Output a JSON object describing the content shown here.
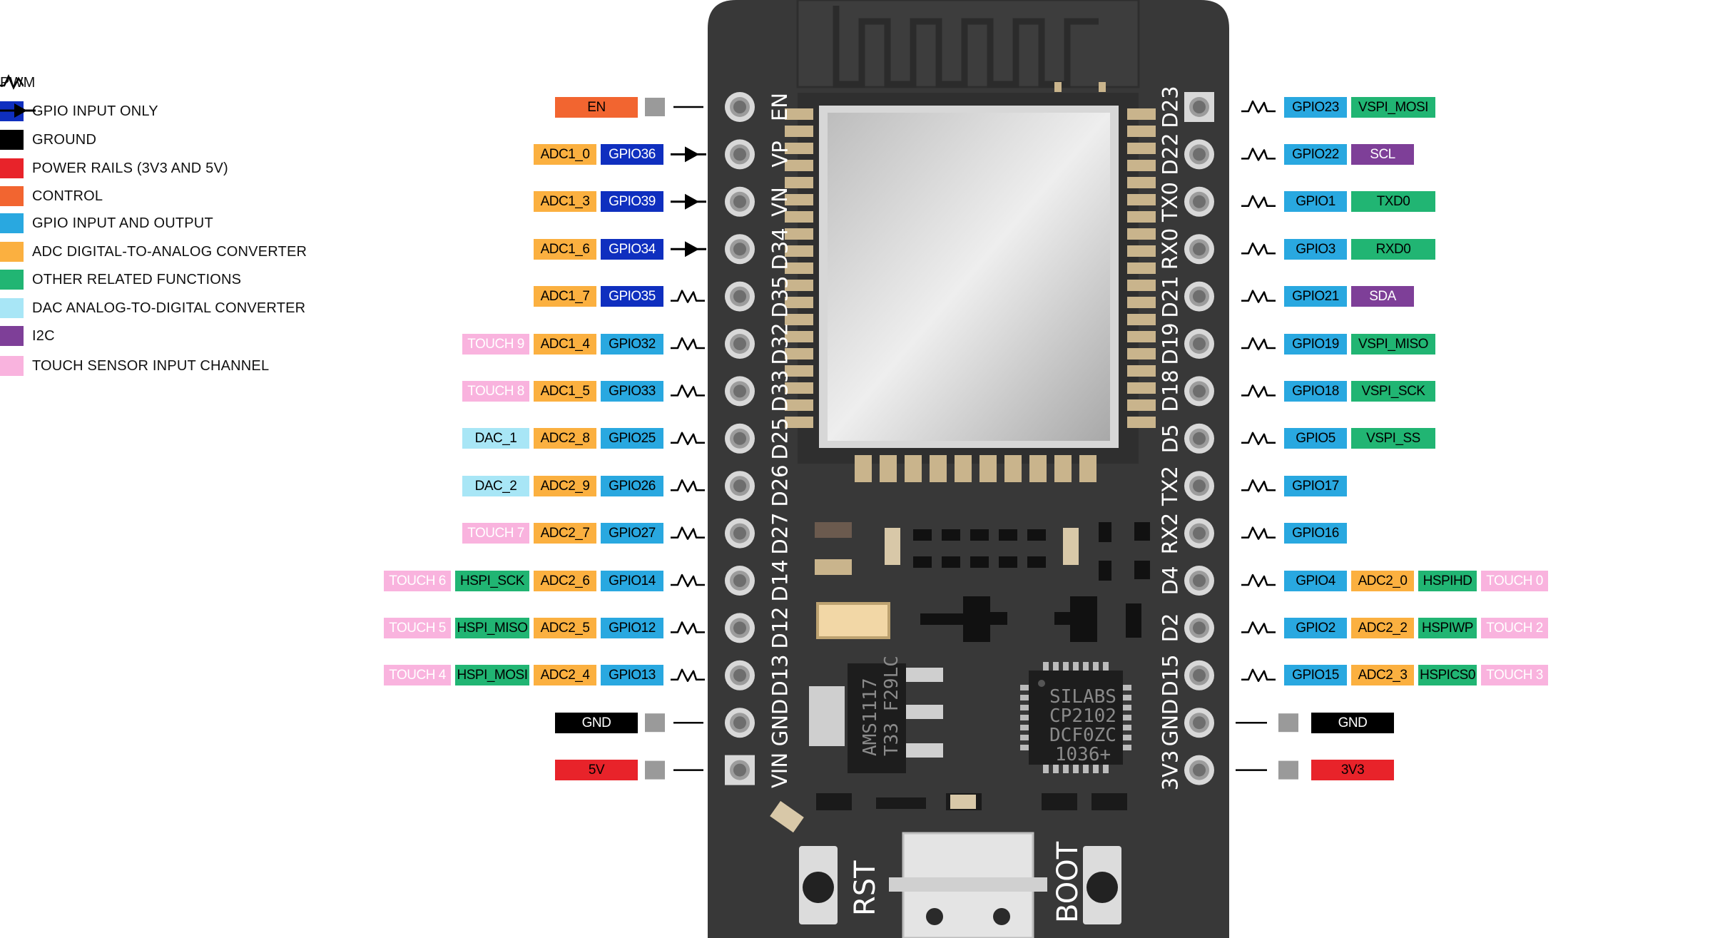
{
  "legend": [
    {
      "kind": "pwm-icon",
      "label": "PWM"
    },
    {
      "kind": "arrow",
      "color": "#0f2fbf",
      "label": "GPIO INPUT ONLY"
    },
    {
      "kind": "swatch",
      "color": "#000000",
      "label": "GROUND"
    },
    {
      "kind": "swatch",
      "color": "#e8232a",
      "label": "POWER RAILS (3V3 AND 5V)"
    },
    {
      "kind": "swatch",
      "color": "#f26530",
      "label": "CONTROL"
    },
    {
      "kind": "swatch",
      "color": "#29a8e0",
      "label": "GPIO INPUT AND OUTPUT"
    },
    {
      "kind": "swatch",
      "color": "#fbb040",
      "label": "ADC DIGITAL-TO-ANALOG CONVERTER"
    },
    {
      "kind": "swatch",
      "color": "#21b573",
      "label": "OTHER RELATED FUNCTIONS"
    },
    {
      "kind": "swatch",
      "color": "#a8e6f6",
      "label": "DAC ANALOG-TO-DIGITAL CONVERTER"
    },
    {
      "kind": "swatch",
      "color": "#7e3f98",
      "label": "I2C"
    },
    {
      "kind": "swatch",
      "color": "#f9b3de",
      "label": "TOUCH SENSOR INPUT CHANNEL"
    }
  ],
  "colors": {
    "board": "#383838",
    "header_pad": "#c9b48c",
    "gpio": "#29a8e0",
    "input_only": "#0f2fbf",
    "adc": "#fbb040",
    "other": "#21b573",
    "dac": "#a8e6f6",
    "i2c": "#7e3f98",
    "touch": "#f9b3de",
    "ground": "#000000",
    "power": "#e8232a",
    "control": "#f26530",
    "nc": "#9a9a9a"
  },
  "left_pins": [
    {
      "pin": "EN",
      "marker": "line",
      "square": true,
      "labels": [
        {
          "text": "EN",
          "type": "control"
        }
      ]
    },
    {
      "pin": "VP",
      "marker": "arrow",
      "labels": [
        {
          "text": "GPIO36",
          "type": "input_only"
        },
        {
          "text": "ADC1_0",
          "type": "adc"
        }
      ]
    },
    {
      "pin": "VN",
      "marker": "arrow",
      "labels": [
        {
          "text": "GPIO39",
          "type": "input_only"
        },
        {
          "text": "ADC1_3",
          "type": "adc"
        }
      ]
    },
    {
      "pin": "D34",
      "marker": "arrow",
      "labels": [
        {
          "text": "GPIO34",
          "type": "input_only"
        },
        {
          "text": "ADC1_6",
          "type": "adc"
        }
      ]
    },
    {
      "pin": "D35",
      "marker": "pwm",
      "labels": [
        {
          "text": "GPIO35",
          "type": "input_only"
        },
        {
          "text": "ADC1_7",
          "type": "adc"
        }
      ]
    },
    {
      "pin": "D32",
      "marker": "pwm",
      "labels": [
        {
          "text": "GPIO32",
          "type": "gpio"
        },
        {
          "text": "ADC1_4",
          "type": "adc"
        },
        {
          "text": "TOUCH 9",
          "type": "touch"
        }
      ]
    },
    {
      "pin": "D33",
      "marker": "pwm",
      "labels": [
        {
          "text": "GPIO33",
          "type": "gpio"
        },
        {
          "text": "ADC1_5",
          "type": "adc"
        },
        {
          "text": "TOUCH 8",
          "type": "touch"
        }
      ]
    },
    {
      "pin": "D25",
      "marker": "pwm",
      "labels": [
        {
          "text": "GPIO25",
          "type": "gpio"
        },
        {
          "text": "ADC2_8",
          "type": "adc"
        },
        {
          "text": "DAC_1",
          "type": "dac"
        }
      ]
    },
    {
      "pin": "D26",
      "marker": "pwm",
      "labels": [
        {
          "text": "GPIO26",
          "type": "gpio"
        },
        {
          "text": "ADC2_9",
          "type": "adc"
        },
        {
          "text": "DAC_2",
          "type": "dac"
        }
      ]
    },
    {
      "pin": "D27",
      "marker": "pwm",
      "labels": [
        {
          "text": "GPIO27",
          "type": "gpio"
        },
        {
          "text": "ADC2_7",
          "type": "adc"
        },
        {
          "text": "TOUCH 7",
          "type": "touch"
        }
      ]
    },
    {
      "pin": "D14",
      "marker": "pwm",
      "labels": [
        {
          "text": "GPIO14",
          "type": "gpio"
        },
        {
          "text": "ADC2_6",
          "type": "adc"
        },
        {
          "text": "HSPI_SCK",
          "type": "other"
        },
        {
          "text": "TOUCH 6",
          "type": "touch"
        }
      ]
    },
    {
      "pin": "D12",
      "marker": "pwm",
      "labels": [
        {
          "text": "GPIO12",
          "type": "gpio"
        },
        {
          "text": "ADC2_5",
          "type": "adc"
        },
        {
          "text": "HSPI_MISO",
          "type": "other"
        },
        {
          "text": "TOUCH 5",
          "type": "touch"
        }
      ]
    },
    {
      "pin": "D13",
      "marker": "pwm",
      "labels": [
        {
          "text": "GPIO13",
          "type": "gpio"
        },
        {
          "text": "ADC2_4",
          "type": "adc"
        },
        {
          "text": "HSPI_MOSI",
          "type": "other"
        },
        {
          "text": "TOUCH 4",
          "type": "touch"
        }
      ]
    },
    {
      "pin": "GND",
      "marker": "line",
      "square": true,
      "labels": [
        {
          "text": "GND",
          "type": "ground"
        }
      ]
    },
    {
      "pin": "VIN",
      "marker": "line",
      "square": true,
      "labels": [
        {
          "text": "5V",
          "type": "power"
        }
      ]
    }
  ],
  "right_pins": [
    {
      "pin": "D23",
      "marker": "pwm",
      "labels": [
        {
          "text": "GPIO23",
          "type": "gpio"
        },
        {
          "text": "VSPI_MOSI",
          "type": "other"
        }
      ]
    },
    {
      "pin": "D22",
      "marker": "pwm",
      "labels": [
        {
          "text": "GPIO22",
          "type": "gpio"
        },
        {
          "text": "SCL",
          "type": "i2c"
        }
      ]
    },
    {
      "pin": "TX0",
      "marker": "pwm",
      "labels": [
        {
          "text": "GPIO1",
          "type": "gpio"
        },
        {
          "text": "TXD0",
          "type": "other"
        }
      ]
    },
    {
      "pin": "RX0",
      "marker": "pwm",
      "labels": [
        {
          "text": "GPIO3",
          "type": "gpio"
        },
        {
          "text": "RXD0",
          "type": "other"
        }
      ]
    },
    {
      "pin": "D21",
      "marker": "pwm",
      "labels": [
        {
          "text": "GPIO21",
          "type": "gpio"
        },
        {
          "text": "SDA",
          "type": "i2c"
        }
      ]
    },
    {
      "pin": "D19",
      "marker": "pwm",
      "labels": [
        {
          "text": "GPIO19",
          "type": "gpio"
        },
        {
          "text": "VSPI_MISO",
          "type": "other"
        }
      ]
    },
    {
      "pin": "D18",
      "marker": "pwm",
      "labels": [
        {
          "text": "GPIO18",
          "type": "gpio"
        },
        {
          "text": "VSPI_SCK",
          "type": "other"
        }
      ]
    },
    {
      "pin": "D5",
      "marker": "pwm",
      "labels": [
        {
          "text": "GPIO5",
          "type": "gpio"
        },
        {
          "text": "VSPI_SS",
          "type": "other"
        }
      ]
    },
    {
      "pin": "TX2",
      "marker": "pwm",
      "labels": [
        {
          "text": "GPIO17",
          "type": "gpio"
        }
      ]
    },
    {
      "pin": "RX2",
      "marker": "pwm",
      "labels": [
        {
          "text": "GPIO16",
          "type": "gpio"
        }
      ]
    },
    {
      "pin": "D4",
      "marker": "pwm",
      "labels": [
        {
          "text": "GPIO4",
          "type": "gpio"
        },
        {
          "text": "ADC2_0",
          "type": "adc"
        },
        {
          "text": "HSPIHD",
          "type": "other"
        },
        {
          "text": "TOUCH 0",
          "type": "touch"
        }
      ]
    },
    {
      "pin": "D2",
      "marker": "pwm",
      "labels": [
        {
          "text": "GPIO2",
          "type": "gpio"
        },
        {
          "text": "ADC2_2",
          "type": "adc"
        },
        {
          "text": "HSPIWP",
          "type": "other"
        },
        {
          "text": "TOUCH 2",
          "type": "touch"
        }
      ]
    },
    {
      "pin": "D15",
      "marker": "pwm",
      "labels": [
        {
          "text": "GPIO15",
          "type": "gpio"
        },
        {
          "text": "ADC2_3",
          "type": "adc"
        },
        {
          "text": "HSPICS0",
          "type": "other"
        },
        {
          "text": "TOUCH 3",
          "type": "touch"
        }
      ]
    },
    {
      "pin": "GND",
      "marker": "line",
      "square": true,
      "labels": [
        {
          "text": "GND",
          "type": "ground"
        }
      ]
    },
    {
      "pin": "3V3",
      "marker": "line",
      "square": true,
      "labels": [
        {
          "text": "3V3",
          "type": "power"
        }
      ]
    }
  ],
  "board": {
    "buttons": [
      {
        "label": "RST"
      },
      {
        "label": "BOOT"
      }
    ],
    "regulator_text": [
      "AMS1117",
      "T33 F29LC"
    ],
    "usb_chip_text": [
      "SILABS",
      "CP2102",
      "DCF0ZC",
      "1036+"
    ]
  }
}
